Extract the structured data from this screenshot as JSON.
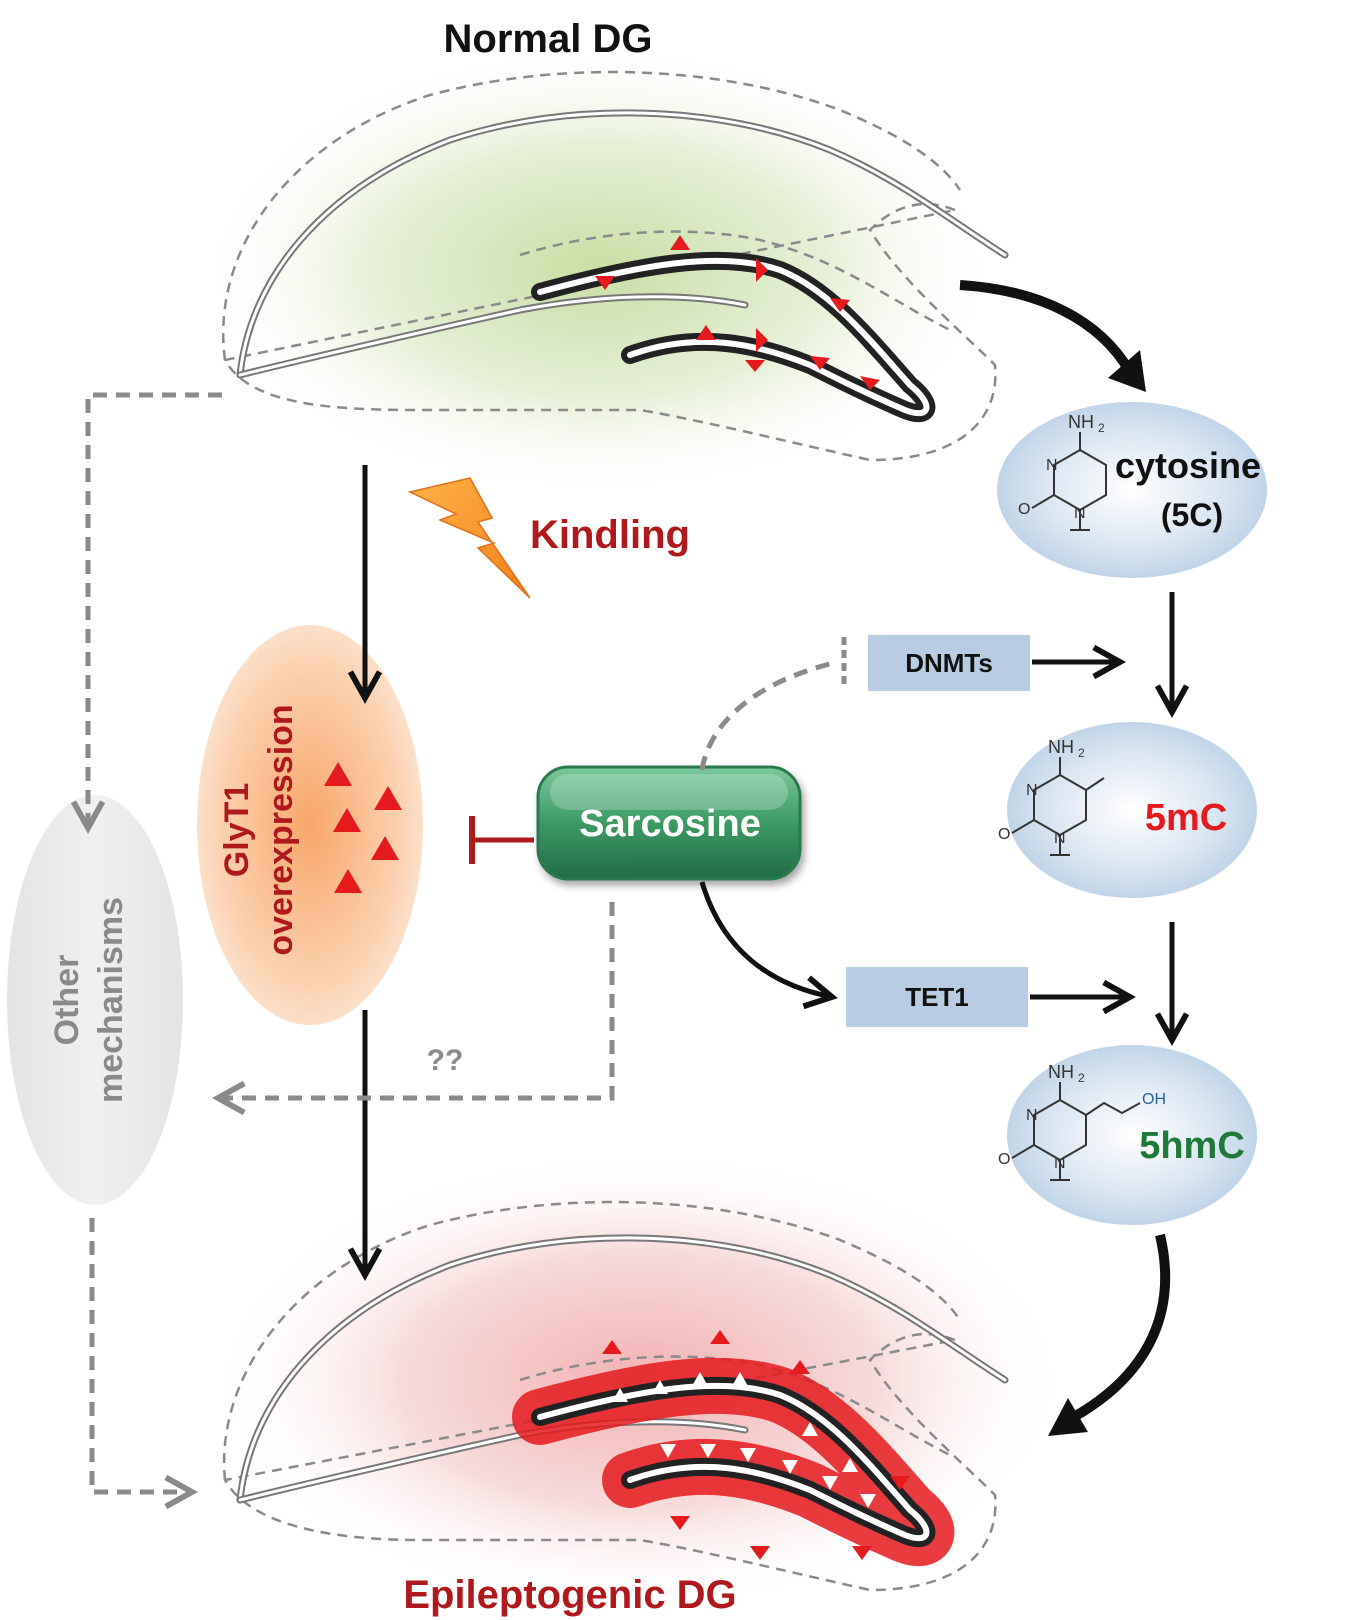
{
  "titles": {
    "normal_dg": "Normal DG",
    "epileptogenic_dg": "Epileptogenic DG"
  },
  "labels": {
    "kindling": "Kindling",
    "glyt1_line1": "GlyT1",
    "glyt1_line2": "overexpression",
    "sarcosine": "Sarcosine",
    "other_line1": "Other",
    "other_line2": "mechanisms",
    "unknown": "??",
    "dnmts": "DNMTs",
    "tet1": "TET1"
  },
  "molecules": {
    "cytosine_name": "cytosine",
    "cytosine_abbr": "(5C)",
    "mc": "5mC",
    "hmc": "5hmC",
    "amine": "NH",
    "amine_sub": "2",
    "nitrogen": "N",
    "oxygen": "O",
    "hydroxyl": "OH"
  },
  "colors": {
    "title_dark": "#111111",
    "accent_red": "#b0191c",
    "mc_red": "#e41a1c",
    "hmc_green": "#1f7a3a",
    "sarcosine_green": "#2f8f5a",
    "dashed_gray": "#8a8a8a",
    "enzyme_box": "#b8cde3"
  },
  "icons": {
    "kindling": "lightning-bolt-icon",
    "marker": "red-triangle-marker"
  }
}
